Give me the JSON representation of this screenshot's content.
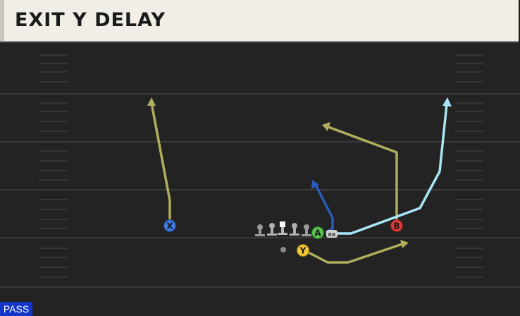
{
  "play": {
    "title": "EXIT Y DELAY",
    "type_badge": "PASS"
  },
  "players": {
    "x": {
      "label": "X",
      "color": "#3d7ae0"
    },
    "a": {
      "label": "A",
      "color": "#55c44a"
    },
    "b": {
      "label": "B",
      "color": "#e03a3a"
    },
    "y": {
      "label": "Y",
      "color": "#f2c533"
    },
    "rb": {
      "label": "RB"
    }
  },
  "colors": {
    "route_yellow": "#b0ae5d",
    "route_light_blue": "#a9e6f5",
    "route_dark_blue": "#2a5cc0",
    "field": "#252525"
  },
  "icons": [
    "arrow-head-icon",
    "lineman-icon",
    "center-icon",
    "qb-dot-icon"
  ]
}
